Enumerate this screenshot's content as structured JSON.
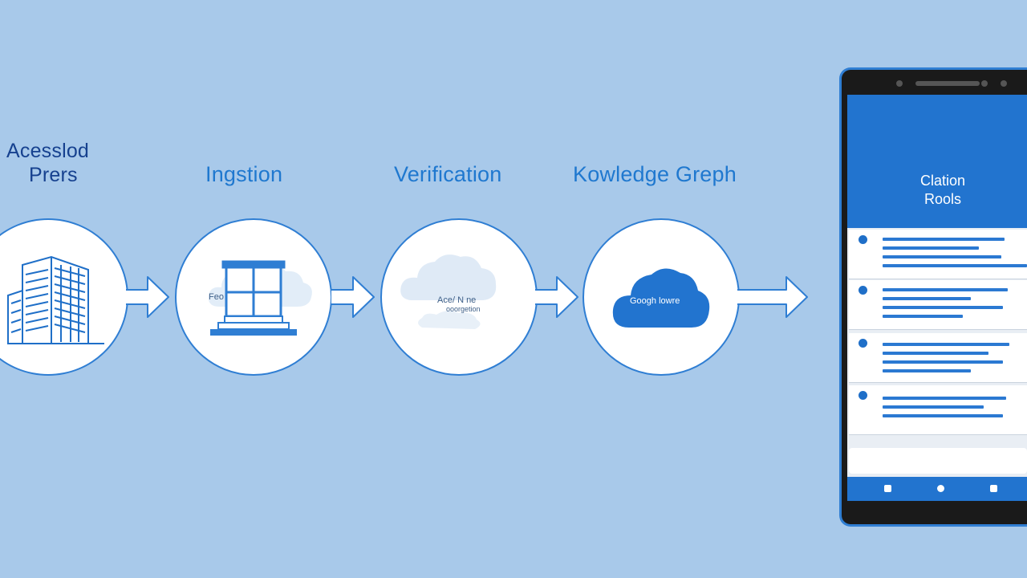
{
  "stages": [
    {
      "label_line1": "Acesslod",
      "label_line2": "Prers",
      "icon": "building-icon"
    },
    {
      "label": "Ingstion",
      "icon": "window-icon",
      "inner_text": "Feo"
    },
    {
      "label": "Verification",
      "icon": "cloud-icon",
      "inner_text_line1": "Ace/ N ne",
      "inner_text_line2": "ooorgetion"
    },
    {
      "label": "Kowledge Greph",
      "icon": "cloud-icon",
      "inner_text": "Googh lowre"
    }
  ],
  "phone": {
    "title_line1": "Clation",
    "title_line2": "Rools",
    "list_items": 4
  },
  "colors": {
    "background": "#a8c9ea",
    "accent": "#2274cf",
    "label": "#1f78cf",
    "label_dark": "#16418f"
  }
}
